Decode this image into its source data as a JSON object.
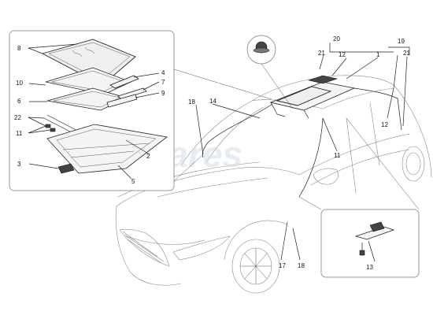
{
  "diagram": {
    "watermark": "eurospares",
    "callouts": {
      "c1": "1",
      "c2": "2",
      "c3": "3",
      "c4": "4",
      "c5": "5",
      "c6": "6",
      "c7": "7",
      "c8": "8",
      "c9": "9",
      "c10": "10",
      "c11a": "11",
      "c11b": "11",
      "c12a": "12",
      "c12b": "12",
      "c13": "13",
      "c14": "14",
      "c17": "17",
      "c18a": "18",
      "c18b": "18",
      "c19": "19",
      "c20": "20",
      "c21a": "21",
      "c21b": "21",
      "c22": "22"
    }
  }
}
